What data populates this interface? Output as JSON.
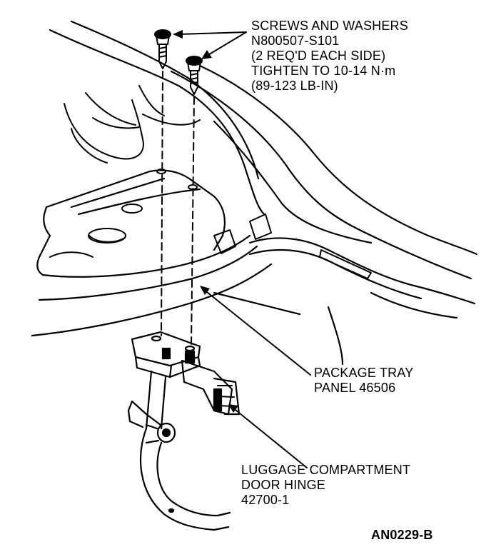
{
  "labels": {
    "screws": {
      "line1": "SCREWS AND WASHERS",
      "line2": "N800507-S101",
      "line3": "(2 REQ'D EACH SIDE)",
      "line4": "TIGHTEN TO 10-14  N·m",
      "line5": "(89-123 LB-IN)"
    },
    "package_tray": {
      "line1": "PACKAGE TRAY",
      "line2": "PANEL 46506"
    },
    "hinge": {
      "line1": "LUGGAGE COMPARTMENT",
      "line2": "DOOR HINGE",
      "line3": "42700-1"
    },
    "figure_id": "AN0229-B"
  },
  "colors": {
    "ink": "#000000",
    "paper": "#ffffff"
  }
}
